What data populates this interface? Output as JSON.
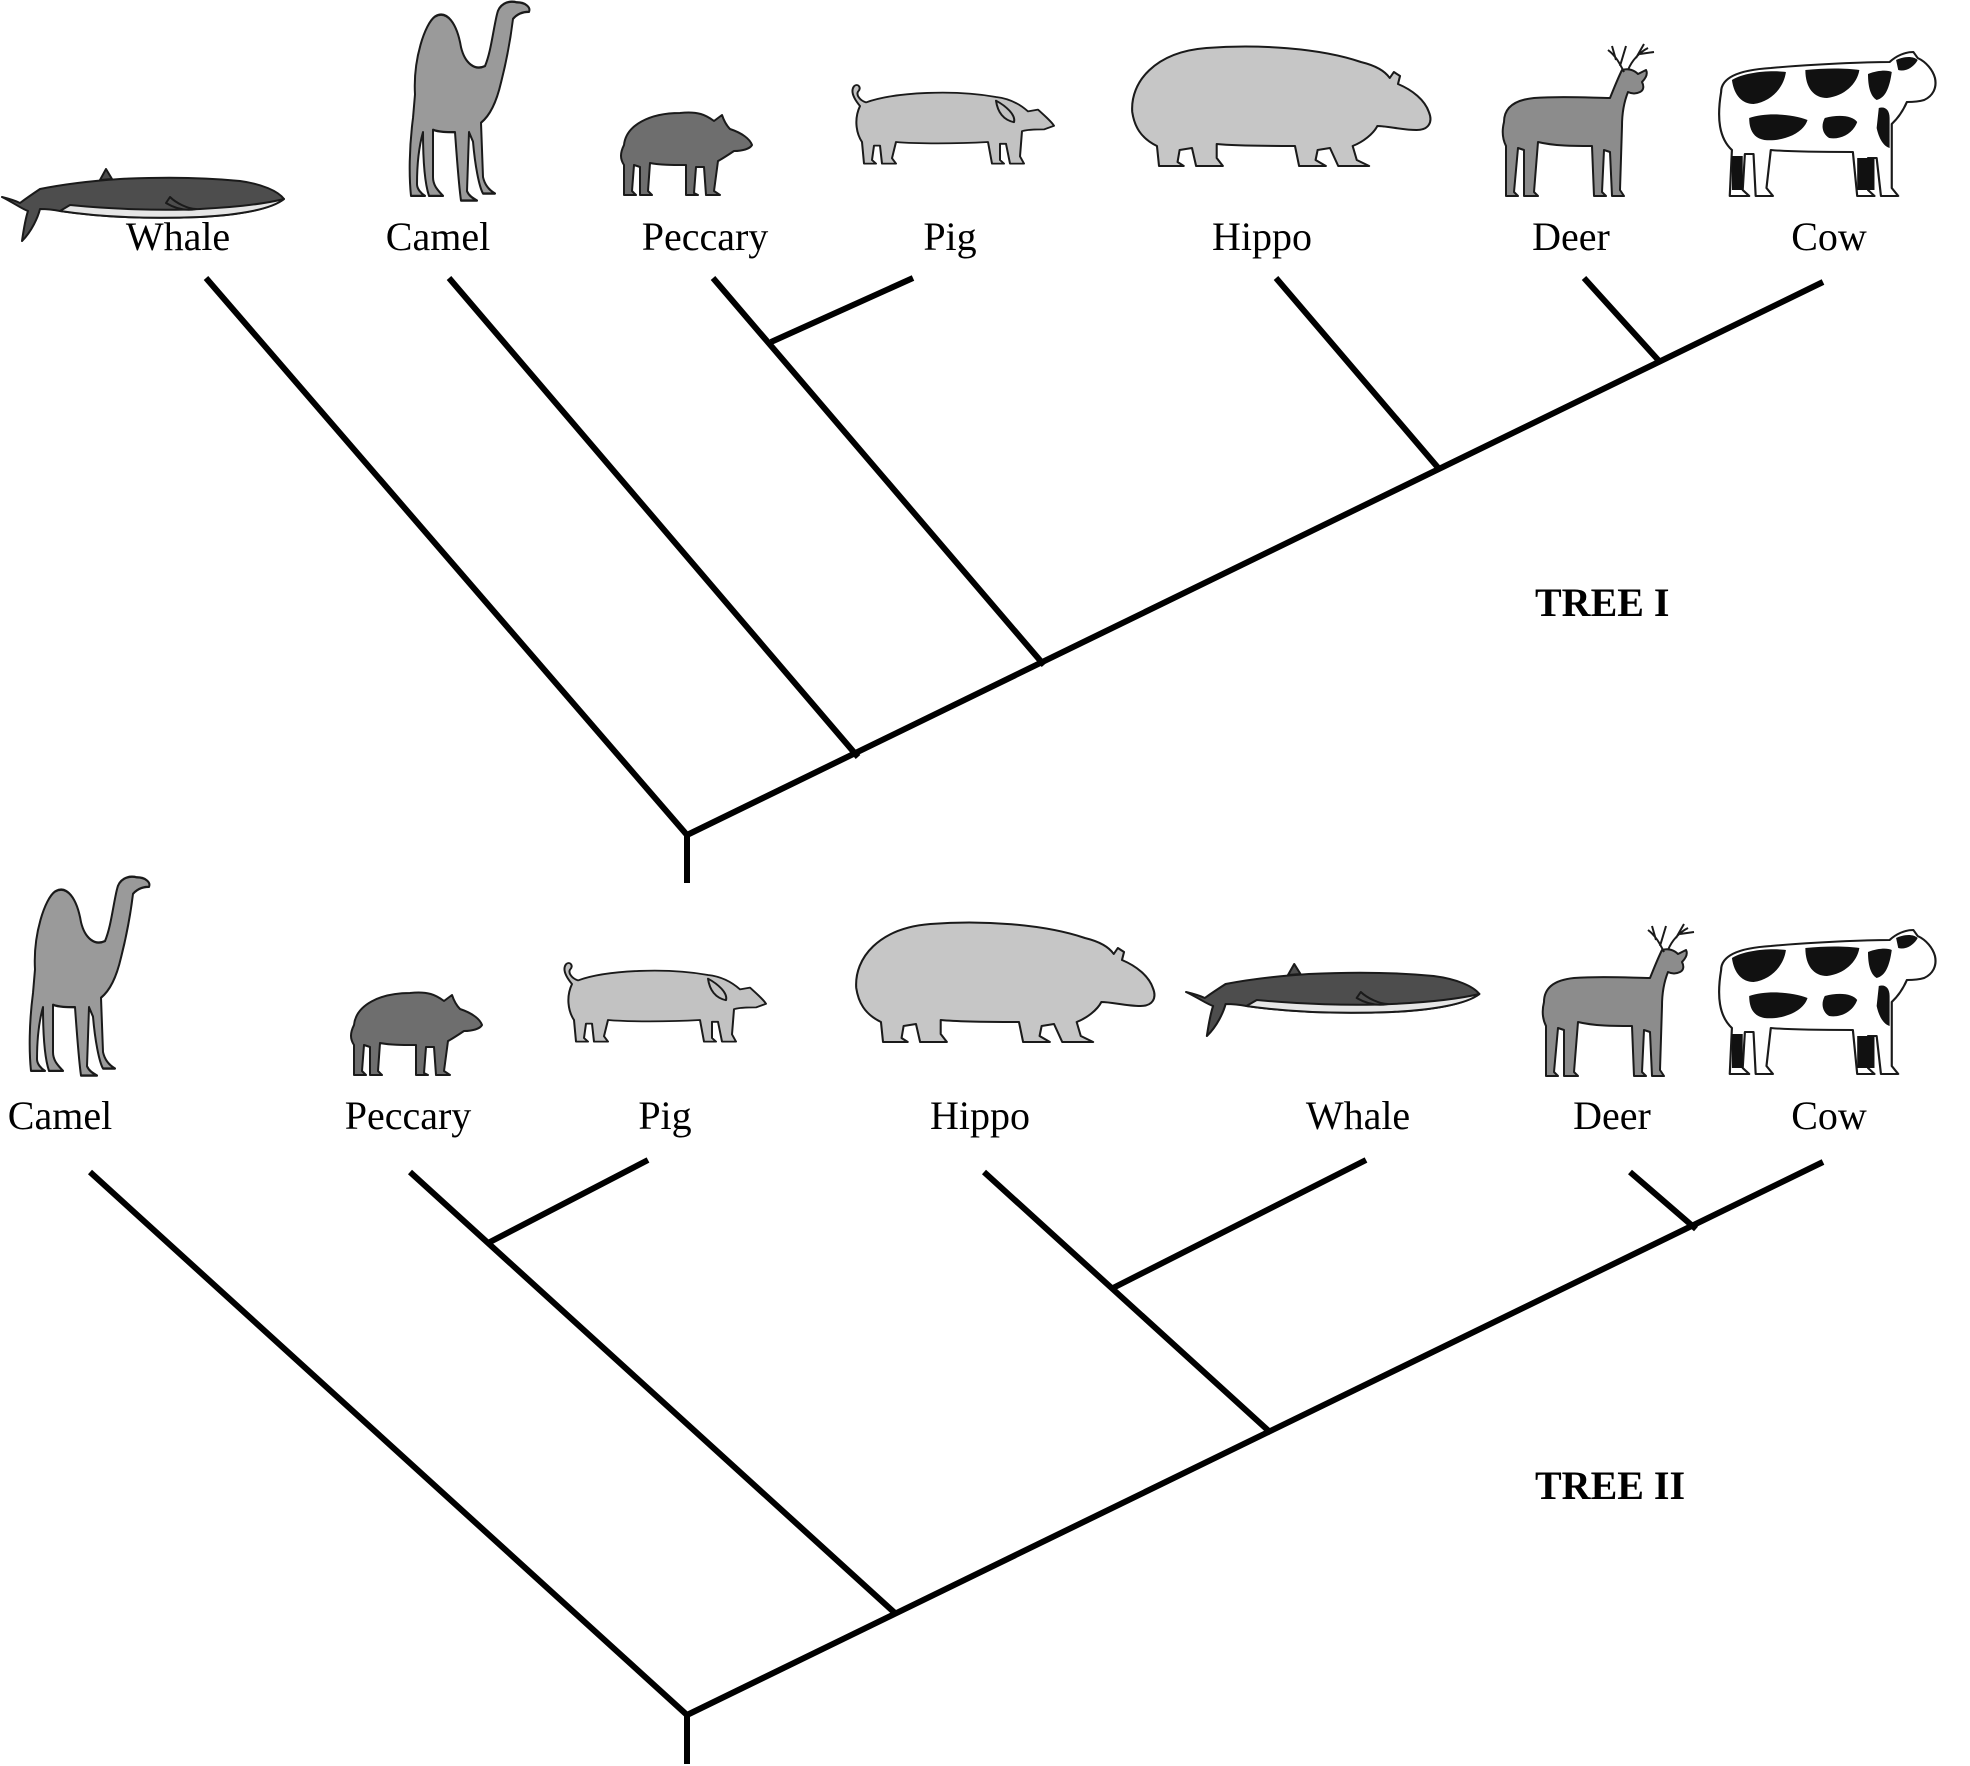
{
  "colors": {
    "line": "#000000",
    "whale_dark": "#4d4d4d",
    "whale_belly": "#e6e6e6",
    "camel": "#9a9a9a",
    "peccary": "#6e6e6e",
    "pig": "#c2c2c2",
    "hippo": "#c6c6c6",
    "deer": "#8c8c8c",
    "cow_black": "#111111",
    "cow_white": "#ffffff"
  },
  "trees": [
    {
      "title": "TREE I",
      "taxa": [
        {
          "label": "Whale",
          "icon": "whale-icon"
        },
        {
          "label": "Camel",
          "icon": "camel-icon"
        },
        {
          "label": "Peccary",
          "icon": "peccary-icon"
        },
        {
          "label": "Pig",
          "icon": "pig-icon"
        },
        {
          "label": "Hippo",
          "icon": "hippo-icon"
        },
        {
          "label": "Deer",
          "icon": "deer-icon"
        },
        {
          "label": "Cow",
          "icon": "cow-icon"
        }
      ]
    },
    {
      "title": "TREE II",
      "taxa": [
        {
          "label": "Camel",
          "icon": "camel-icon"
        },
        {
          "label": "Peccary",
          "icon": "peccary-icon"
        },
        {
          "label": "Pig",
          "icon": "pig-icon"
        },
        {
          "label": "Hippo",
          "icon": "hippo-icon"
        },
        {
          "label": "Whale",
          "icon": "whale-icon"
        },
        {
          "label": "Deer",
          "icon": "deer-icon"
        },
        {
          "label": "Cow",
          "icon": "cow-icon"
        }
      ]
    }
  ]
}
